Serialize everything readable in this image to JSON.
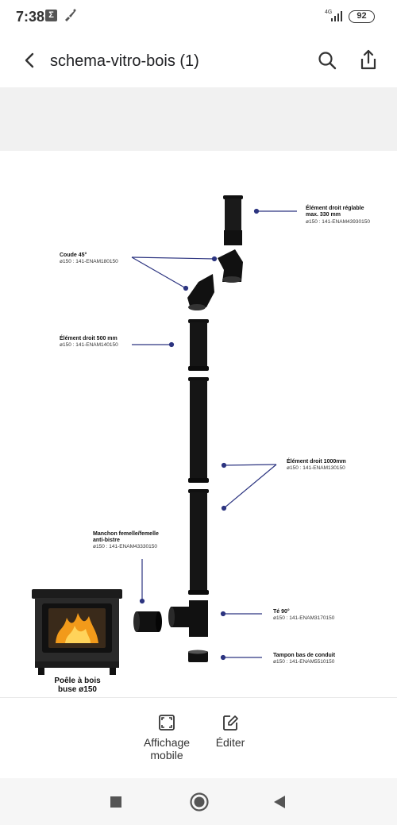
{
  "status_bar": {
    "time": "7:38",
    "sigma_icon": "Σ",
    "network": "4G",
    "battery": "92"
  },
  "app_bar": {
    "title": "schema-vitro-bois (1)"
  },
  "diagram": {
    "accent_color": "#2c3480",
    "parts": [
      {
        "name": "Élément droit réglable max. 330 mm",
        "line1": "Élément droit réglable",
        "line2": "max. 330 mm",
        "ref": "ø150 : 141-ENAM43930150"
      },
      {
        "name": "Coude 45°",
        "line1": "Coude 45°",
        "ref": "ø150 : 141-ENAM180150"
      },
      {
        "name": "Élément droit 500 mm",
        "line1": "Élément droit 500 mm",
        "ref": "ø150 : 141-ENAM140150"
      },
      {
        "name": "Élément droit 1000mm",
        "line1": "Élément droit 1000mm",
        "ref": "ø150 : 141-ENAM130150"
      },
      {
        "name": "Manchon femelle/femelle anti-bistre",
        "line1": "Manchon femelle/femelle",
        "line2": "anti-bistre",
        "ref": "ø150 : 141-ENAM43330150"
      },
      {
        "name": "Té 90°",
        "line1": "Té 90°",
        "ref": "ø150 : 141-ENAM3170150"
      },
      {
        "name": "Tampon bas de conduit",
        "line1": "Tampon bas de conduit",
        "ref": "ø150 : 141-ENAM5510150"
      }
    ],
    "stove": {
      "line1": "Poêle à bois",
      "line2": "buse ø150"
    }
  },
  "actions": {
    "mobile_view": {
      "line1": "Affichage",
      "line2": "mobile",
      "icon": "fullscreen-frame-icon"
    },
    "edit": {
      "label": "Éditer",
      "icon": "edit-pencil-icon"
    }
  },
  "nav": {
    "recents_icon": "square-icon",
    "home_icon": "circle-icon",
    "back_icon": "triangle-back-icon"
  }
}
